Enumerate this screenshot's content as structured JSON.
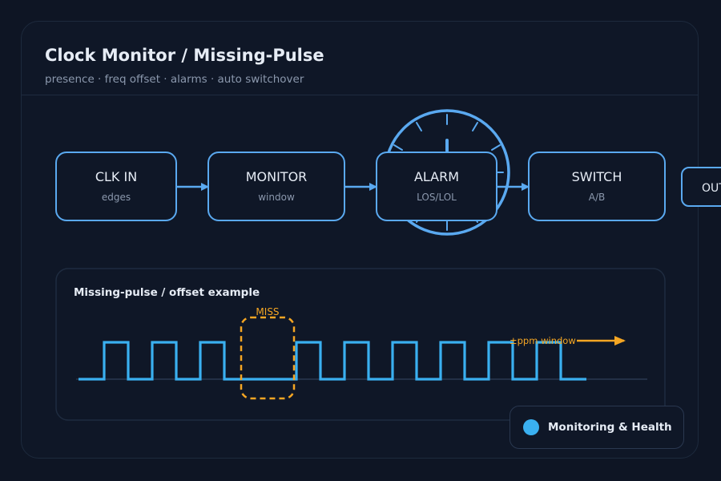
{
  "header": {
    "title": "Clock Monitor / Missing-Pulse",
    "subtitle": "presence · freq offset · alarms · auto switchover"
  },
  "pipeline": {
    "nodes": [
      {
        "title": "CLK IN",
        "sub": "edges"
      },
      {
        "title": "MONITOR",
        "sub": "window"
      },
      {
        "title": "ALARM",
        "sub": "LOS/LOL"
      },
      {
        "title": "SWITCH",
        "sub": "A/B"
      },
      {
        "title": "OUT",
        "sub": ""
      }
    ]
  },
  "waveform_panel": {
    "title": "Missing-pulse / offset example",
    "miss_label": "MISS",
    "ppm_label": "±ppm window"
  },
  "legend": {
    "label": "Monitoring & Health"
  },
  "colors": {
    "accent_blue": "#5aa9f0",
    "signal_blue": "#3ab0f0",
    "warning_orange": "#f5a623",
    "background": "#0e1524",
    "border": "#1d2a3d"
  },
  "icons": [
    "gauge-icon",
    "arrow-right-icon",
    "legend-dot-icon"
  ]
}
